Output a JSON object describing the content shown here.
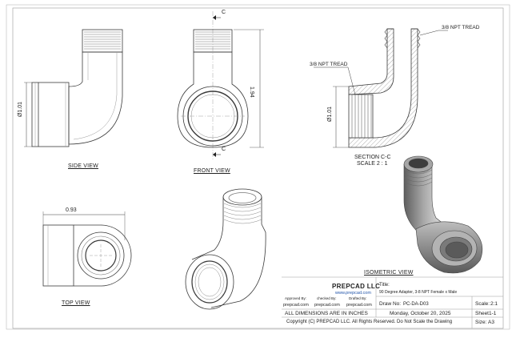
{
  "views": {
    "side": "SIDE VIEW",
    "front": "FRONT VIEW",
    "section_line1": "SECTION C-C",
    "section_line2": "SCALE 2 : 1",
    "top": "TOP VIEW",
    "isometric": "ISOMETRIC VIEW"
  },
  "dimensions": {
    "side_dia": "Ø1.01",
    "front_height": "1.94",
    "section_dia": "Ø1.01",
    "top_width": "0.93",
    "section_mark_top": "C",
    "section_mark_bottom": "C"
  },
  "callouts": {
    "upper_thread": "3/8 NPT TREAD",
    "lower_thread": "3/8 NPT TREAD"
  },
  "title_block": {
    "company": "PREPCAD LLC",
    "website": "www.prepcad.com",
    "approved_label": "Approved By:",
    "approved_value": "prepcad.com",
    "checked_label": "checked By:",
    "checked_value": "prepcad.com",
    "drafted_label": "Drafted By:",
    "drafted_value": "prepcad.com",
    "title_label": "Title:",
    "title_value": "90 Degree Adapter, 3-8 NPT Female x Male",
    "draw_no_label": "Draw No:",
    "draw_no_value": "PC-DA-D03",
    "scale_label": "Scale:",
    "scale_value": "2:1",
    "units_note": "ALL DIMENSIONS ARE IN INCHES",
    "date": "Monday, October 20, 2025",
    "sheet": "Sheet1-1",
    "copyright": "Copyright (C)  PREPCAD LLC. All Rights Reserved. Do Not Scale the Drawing",
    "size_label": "Size:",
    "size_value": "A3"
  },
  "colors": {
    "line": "#3a3a3a",
    "hatch": "#777777",
    "iso_light": "#c9c9c9",
    "iso_dark": "#6a6a6a"
  }
}
